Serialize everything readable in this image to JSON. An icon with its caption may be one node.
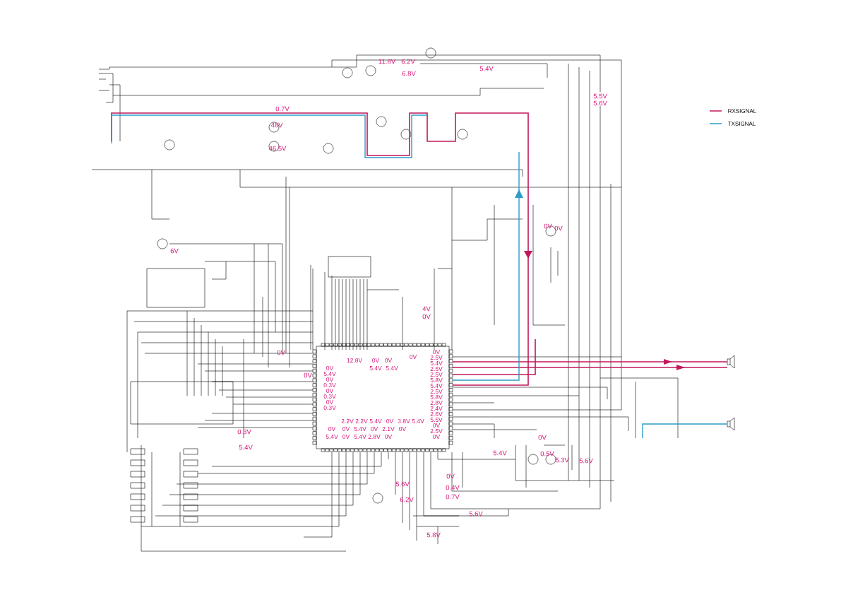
{
  "diagram": {
    "labels": [
      "11.8V",
      "6.2V",
      "6.8V",
      "5.4V",
      "5.5V",
      "5.6V",
      "0.7V",
      "48V",
      "46.5V",
      "0V",
      "0V",
      "6V",
      "4V",
      "0V",
      "0V",
      "0V",
      "12.8V",
      "0V",
      "5.4V",
      "0V",
      "0.3V",
      "0V",
      "0.3V",
      "0V",
      "0.3V",
      "0V",
      "0V",
      "5.4V",
      "5.4V",
      "0V",
      "0V",
      "2.5V",
      "5.4V",
      "2.5V",
      "2.5V",
      "5.8V",
      "5.4V",
      "2.5V",
      "5.8V",
      "2.8V",
      "2.4V",
      "2.6V",
      "5.5V",
      "0V",
      "2.5V",
      "0V",
      "2.2V",
      "2.2V",
      "5.4V",
      "0V",
      "3.8V",
      "5.4V",
      "0V",
      "0V",
      "5.4V",
      "0V",
      "2.1V",
      "0V",
      "5.4V",
      "0V",
      "5.4V",
      "2.8V",
      "0V",
      "0.3V",
      "5.4V",
      "5.4V",
      "0V",
      "0.5V",
      "5.3V",
      "5.6V",
      "0V",
      "5.6V",
      "0.4V",
      "0.7V",
      "6.2V",
      "5.6V",
      "5.8V"
    ],
    "legend": [
      {
        "text": "RXSIGNAL"
      },
      {
        "text": "TXSIGNAL"
      }
    ]
  }
}
